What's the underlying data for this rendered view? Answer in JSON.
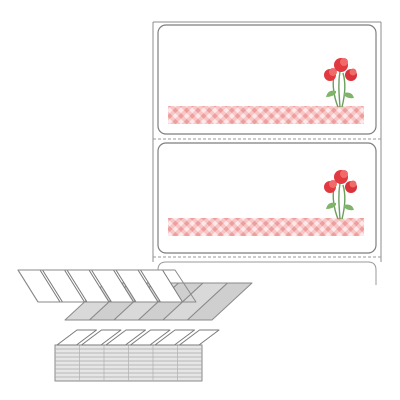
{
  "product": {
    "type": "continuous fanfold labels",
    "visible_labels_on_strip": 2,
    "label_design": {
      "pattern": "gingham-band",
      "decoration": "carnation-bouquet",
      "pattern_color": "#f4a5a5",
      "flower_color": "#e2383f",
      "stem_color": "#6aa05a"
    },
    "stack": {
      "columns": 6,
      "sheet_color": "#e6e6e6",
      "edge_color": "#8a8a8a"
    }
  }
}
